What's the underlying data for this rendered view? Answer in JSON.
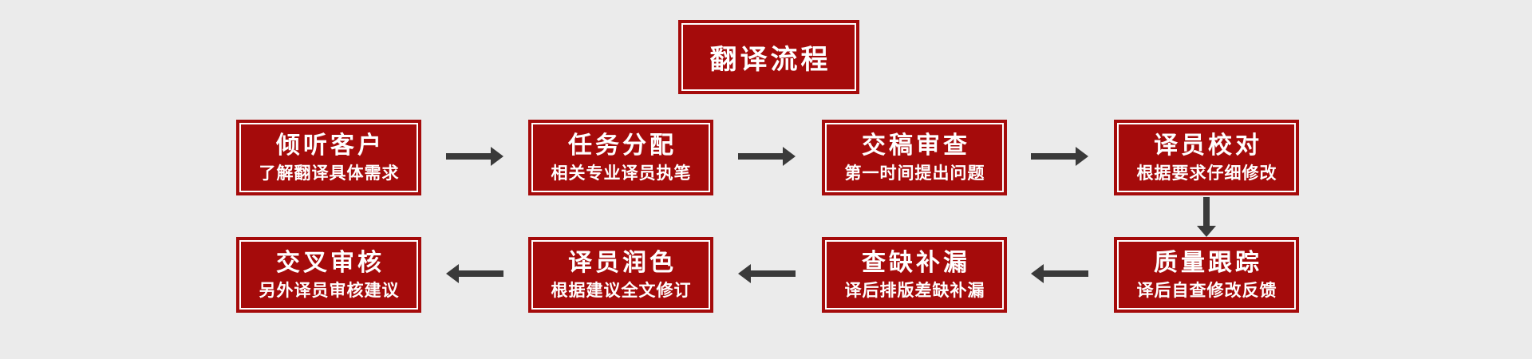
{
  "page": {
    "background_color": "#ebebeb"
  },
  "colors": {
    "box_red": "#a50b0b",
    "box_keyline": "#ffffff",
    "text_color": "#ffffff",
    "arrow_gray": "#3a3a3a"
  },
  "header": {
    "title": "翻译流程"
  },
  "flow": {
    "top_row": [
      {
        "title": "倾听客户",
        "subtitle": "了解翻译具体需求"
      },
      {
        "title": "任务分配",
        "subtitle": "相关专业译员执笔"
      },
      {
        "title": "交稿审查",
        "subtitle": "第一时间提出问题"
      },
      {
        "title": "译员校对",
        "subtitle": "根据要求仔细修改"
      }
    ],
    "bottom_row": [
      {
        "title": "交叉审核",
        "subtitle": "另外译员审核建议"
      },
      {
        "title": "译员润色",
        "subtitle": "根据建议全文修订"
      },
      {
        "title": "查缺补漏",
        "subtitle": "译后排版差缺补漏"
      },
      {
        "title": "质量跟踪",
        "subtitle": "译后自查修改反馈"
      }
    ]
  },
  "icons": {
    "arrow_right": "arrow-right-icon",
    "arrow_left": "arrow-left-icon",
    "arrow_down": "arrow-down-icon"
  }
}
